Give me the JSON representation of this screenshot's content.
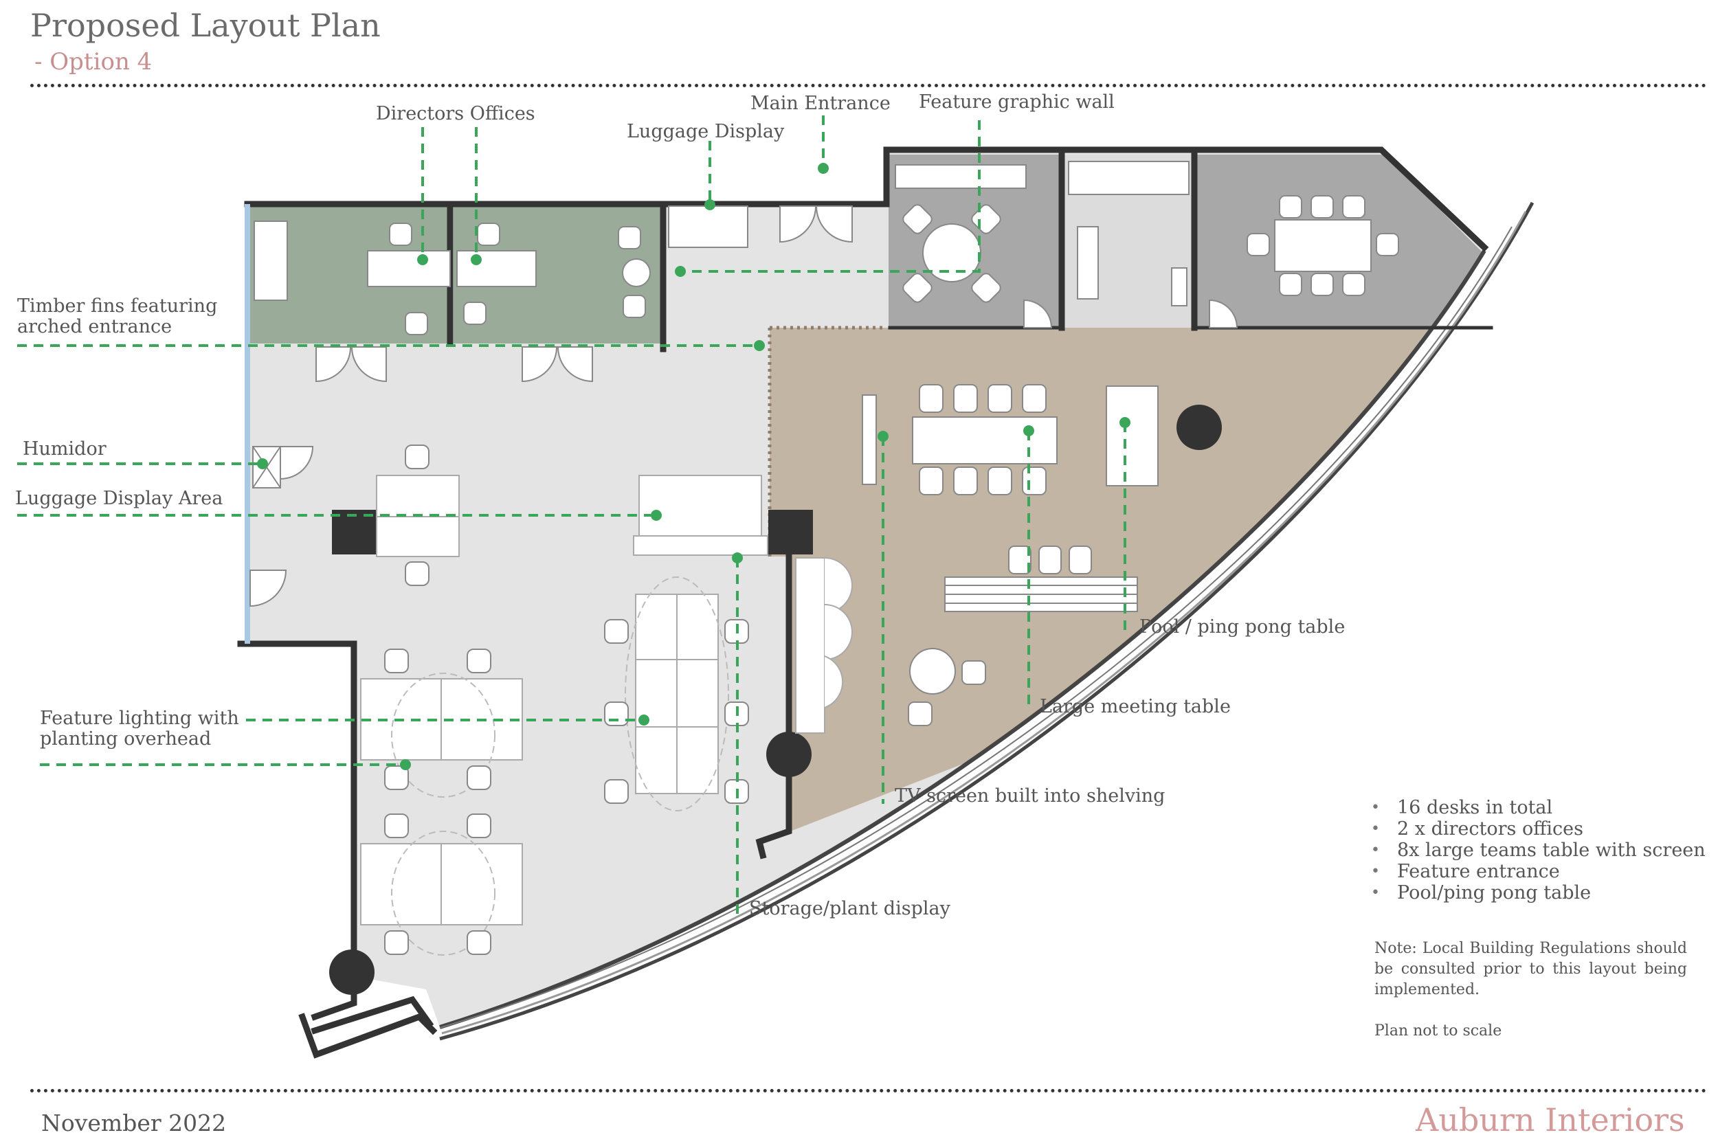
{
  "header": {
    "title": "Proposed Layout Plan",
    "subtitle": "- Option 4"
  },
  "labels": {
    "directors_offices": "Directors Offices",
    "main_entrance": "Main Entrance",
    "feature_graphic_wall": "Feature graphic wall",
    "luggage_display": "Luggage Display",
    "timber_fins_line1": "Timber fins featuring",
    "timber_fins_line2": "arched entrance",
    "humidor": "Humidor",
    "luggage_display_area": "Luggage Display Area",
    "feature_lighting_line1": "Feature lighting  with",
    "feature_lighting_line2": "planting overhead",
    "pool_table": "Pool / ping pong table",
    "large_meeting_table": "Large meeting table",
    "tv_screen": "TV screen built into shelving",
    "storage_plant": "Storage/plant display"
  },
  "summary": [
    "16 desks in total",
    "2 x directors offices",
    "8x large teams table with screen",
    "Feature entrance",
    "Pool/ping pong table"
  ],
  "note": "Note: Local Building Regulations should be consulted prior to this layout being implemented.",
  "scale_note": "Plan not to scale",
  "footer": {
    "date": "November 2022",
    "brand": "Auburn Interiors"
  },
  "colors": {
    "office_green": "#9aab99",
    "lounge_tan": "#c3b5a3",
    "floor_grey": "#e4e4e4",
    "room_grey": "#a8a8a8",
    "wall": "#333333",
    "leader_green": "#3aa65a",
    "glazing_blue": "#a9c8e3",
    "title_grey": "#6b6b6b",
    "accent_pink": "#c98e8e"
  }
}
